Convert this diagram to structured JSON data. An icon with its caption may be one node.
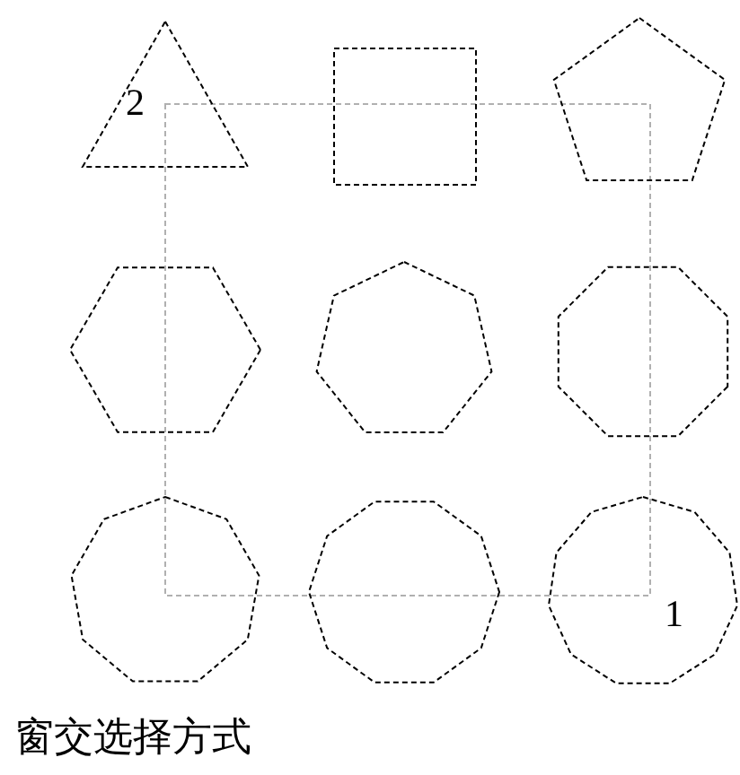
{
  "diagram": {
    "caption": "窗交选择方式",
    "labels": [
      "2",
      "1"
    ]
  }
}
